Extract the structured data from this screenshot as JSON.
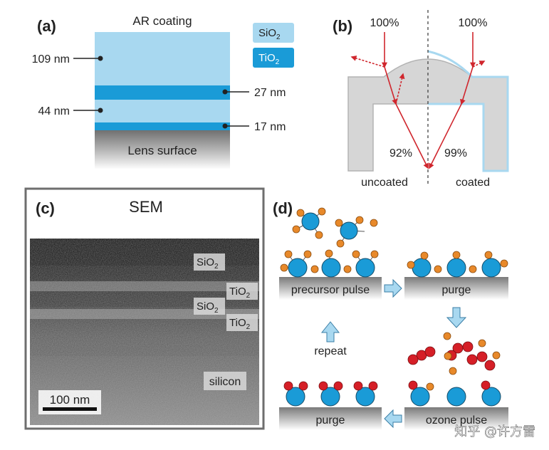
{
  "panel_a": {
    "label": "(a)",
    "title": "AR coating",
    "legend": {
      "sio2": "SiO",
      "tio2": "TiO",
      "sub": "2"
    },
    "dims": {
      "d1": "109 nm",
      "d2": "27 nm",
      "d3": "44 nm",
      "d4": "17 nm"
    },
    "substrate": "Lens surface",
    "colors": {
      "sio2": "#a8d8f0",
      "tio2": "#1a9bd7"
    }
  },
  "panel_b": {
    "label": "(b)",
    "in_left": "100%",
    "in_right": "100%",
    "out_left": "92%",
    "out_right": "99%",
    "caption_left": "uncoated",
    "caption_right": "coated",
    "colors": {
      "ray": "#d0262d",
      "lens": "#d4d4d4"
    }
  },
  "panel_c": {
    "label": "(c)",
    "title": "SEM",
    "layers": [
      "SiO",
      "TiO",
      "SiO",
      "TiO"
    ],
    "sub": "2",
    "silicon": "silicon",
    "scalebar": "100 nm"
  },
  "panel_d": {
    "label": "(d)",
    "steps": [
      "precursor pulse",
      "purge",
      "ozone pulse",
      "purge"
    ],
    "repeat": "repeat",
    "colors": {
      "metal": "#1a9bd7",
      "ligand": "#e8892a",
      "oxygen": "#d51f27"
    }
  },
  "watermark": "知乎 @许方雷"
}
